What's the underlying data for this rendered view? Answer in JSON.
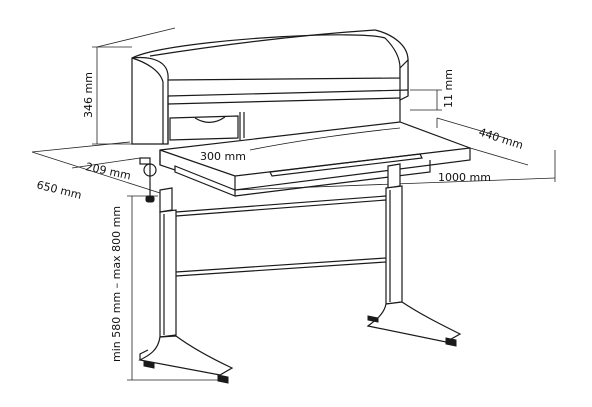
{
  "dimensions": {
    "hutch_height": "346 mm",
    "shelf_gap": "11 mm",
    "depth_total": "440 mm",
    "hutch_depth": "209 mm",
    "overall_depth": "650 mm",
    "drawer_width": "300 mm",
    "desk_width": "1000 mm",
    "height_range": "min 580 mm – max 800 mm"
  }
}
